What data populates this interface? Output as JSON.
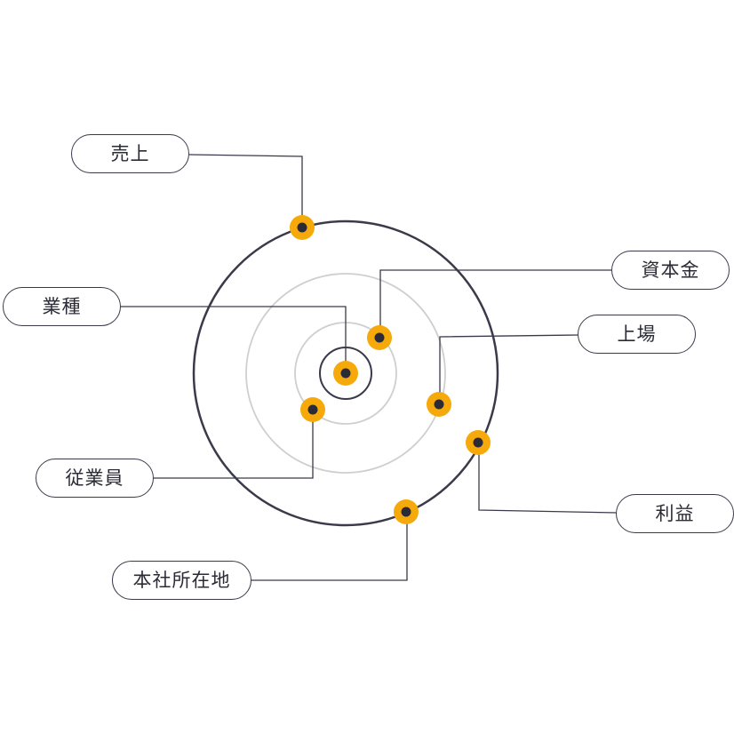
{
  "labels": {
    "uriage": "売上",
    "shihonkin": "資本金",
    "gyoshu": "業種",
    "jojo": "上場",
    "jugyoin": "従業員",
    "rieki": "利益",
    "honsha": "本社所在地"
  },
  "colors": {
    "line": "#3a3a4a",
    "inner_ring": "#cfcfcf",
    "marker_fill": "#f5a90a",
    "marker_core": "#2b2b38"
  }
}
